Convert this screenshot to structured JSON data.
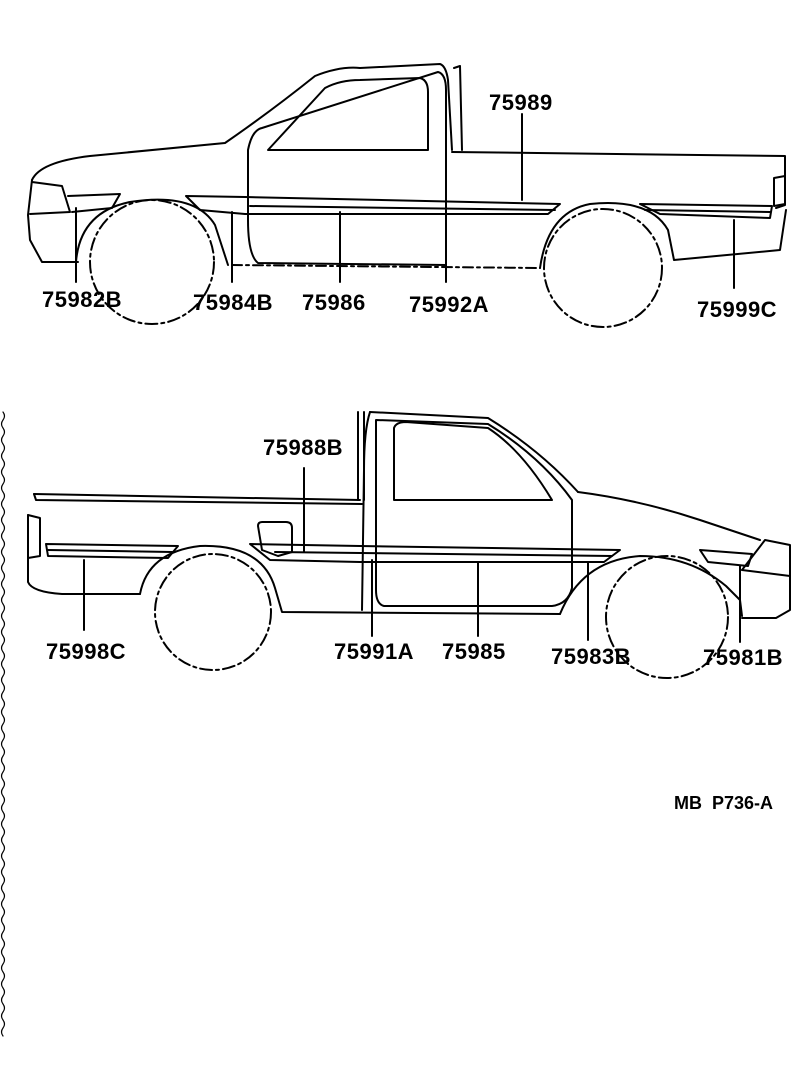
{
  "views": [
    {
      "name": "right-side-view",
      "labels": [
        "75989",
        "75982B",
        "75984B",
        "75986",
        "75992A",
        "75999C"
      ]
    },
    {
      "name": "left-side-view",
      "labels": [
        "75988B",
        "75998C",
        "75991A",
        "75985",
        "75983B",
        "75981B"
      ]
    }
  ],
  "illustration_code": "MB  P736-A"
}
